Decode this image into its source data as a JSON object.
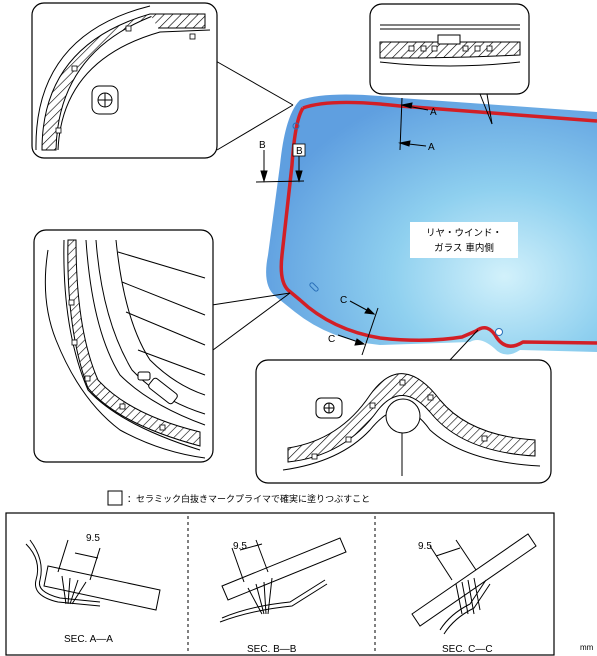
{
  "labels": {
    "section_a_upper": "A",
    "section_a_lower": "A",
    "section_b_left": "B",
    "section_b_right": "B",
    "section_c_upper": "C",
    "section_c_lower": "C",
    "glass_name_line1": "リヤ・ウインド・",
    "glass_name_line2": "ガラス 車内側",
    "legend_text": "：セラミック白抜きマークプライマで確実に塗りつぶすこと",
    "dim_a": "9.5",
    "dim_b": "9.5",
    "dim_c": "9.5",
    "sec_a": "SEC. A—A",
    "sec_b": "SEC. B—B",
    "sec_c": "SEC. C—C",
    "unit": "mm"
  },
  "colors": {
    "glass_edge": "#7fb3e6",
    "glass_center": "#a9ddf2",
    "urethane_bead": "#d21f26",
    "line": "#000000"
  }
}
